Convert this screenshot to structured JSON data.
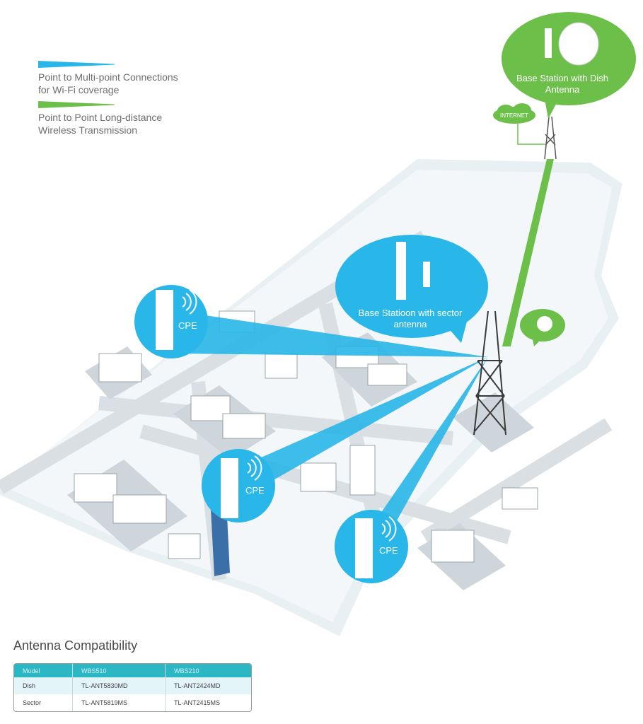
{
  "legend": {
    "multipoint": {
      "line1": "Point to Multi-point Connections",
      "line2": "for Wi-Fi coverage",
      "color": "#29b6e8"
    },
    "p2p": {
      "line1": "Point to Point Long-distance",
      "line2": "Wireless Transmission",
      "color": "#6cc04a"
    }
  },
  "bubbles": {
    "dish": {
      "line1": "Base Station with Dish",
      "line2": "Antenna",
      "color": "#6cc04a"
    },
    "sector": {
      "line1": "Base Statioon with sector",
      "line2": "antenna",
      "color": "#29b6e8"
    }
  },
  "internet_label": "INTERNET",
  "cpe_label": "CPE",
  "compatibility": {
    "title": "Antenna Compatibility",
    "headers": [
      "Model",
      "WBS510",
      "WBS210"
    ],
    "rows": [
      [
        "Dish",
        "TL-ANT5830MD",
        "TL-ANT2424MD"
      ],
      [
        "Sector",
        "TL-ANT5819MS",
        "TL-ANT2415MS"
      ]
    ],
    "header_color": "#2bb8c4"
  }
}
